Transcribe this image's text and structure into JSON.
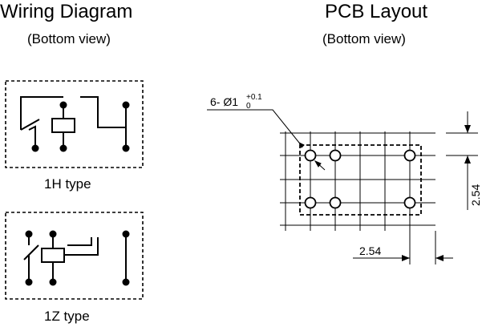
{
  "wiring": {
    "title": "Wiring Diagram",
    "subtitle": "(Bottom view)",
    "type_1h": "1H type",
    "type_1z": "1Z type"
  },
  "pcb": {
    "title": "PCB Layout",
    "subtitle": "(Bottom view)",
    "hole_label_prefix": "6- Ø1",
    "hole_tol_upper": "+0.1",
    "hole_tol_lower": "0",
    "dim_vertical": "2.54",
    "dim_horizontal": "2.54"
  }
}
